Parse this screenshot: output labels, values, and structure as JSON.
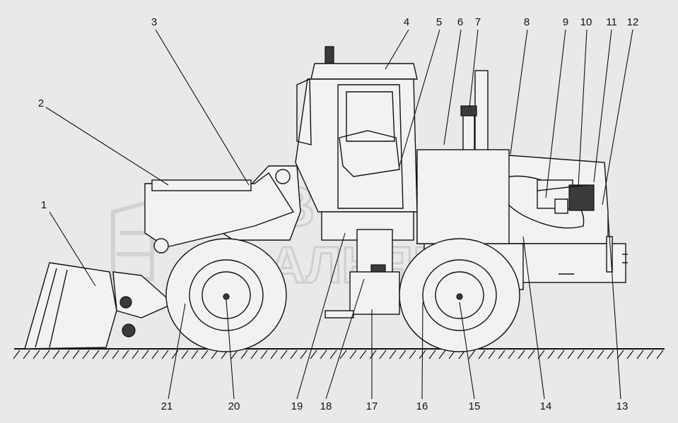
{
  "callouts": [
    {
      "id": "1",
      "text": "1"
    },
    {
      "id": "2",
      "text": "2"
    },
    {
      "id": "3",
      "text": "3"
    },
    {
      "id": "4",
      "text": "4"
    },
    {
      "id": "5",
      "text": "5"
    },
    {
      "id": "6",
      "text": "6"
    },
    {
      "id": "7",
      "text": "7"
    },
    {
      "id": "8",
      "text": "8"
    },
    {
      "id": "9",
      "text": "9"
    },
    {
      "id": "10",
      "text": "10"
    },
    {
      "id": "11",
      "text": "11"
    },
    {
      "id": "12",
      "text": "12"
    },
    {
      "id": "13",
      "text": "13"
    },
    {
      "id": "14",
      "text": "14"
    },
    {
      "id": "15",
      "text": "15"
    },
    {
      "id": "16",
      "text": "16"
    },
    {
      "id": "17",
      "text": "17"
    },
    {
      "id": "18",
      "text": "18"
    },
    {
      "id": "19",
      "text": "19"
    },
    {
      "id": "20",
      "text": "20"
    },
    {
      "id": "21",
      "text": "21"
    }
  ],
  "watermark": {
    "line1": "АВТО",
    "line2": "АЛЬЯНС"
  },
  "colors": {
    "background": "#e9e9e9",
    "ink": "#111111",
    "watermark": "#d0d0d0"
  }
}
